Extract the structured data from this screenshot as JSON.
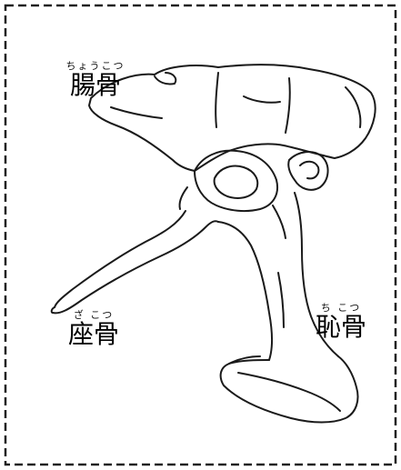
{
  "labels": {
    "ilium": {
      "ruby": "ちょうこつ",
      "text": "腸骨"
    },
    "ischium": {
      "ruby": "ざ こつ",
      "text": "座骨"
    },
    "pubis": {
      "ruby": "ち こつ",
      "text": "恥骨"
    }
  },
  "colors": {
    "border": "#222222",
    "line": "#1a1a1a",
    "background": "#ffffff"
  }
}
